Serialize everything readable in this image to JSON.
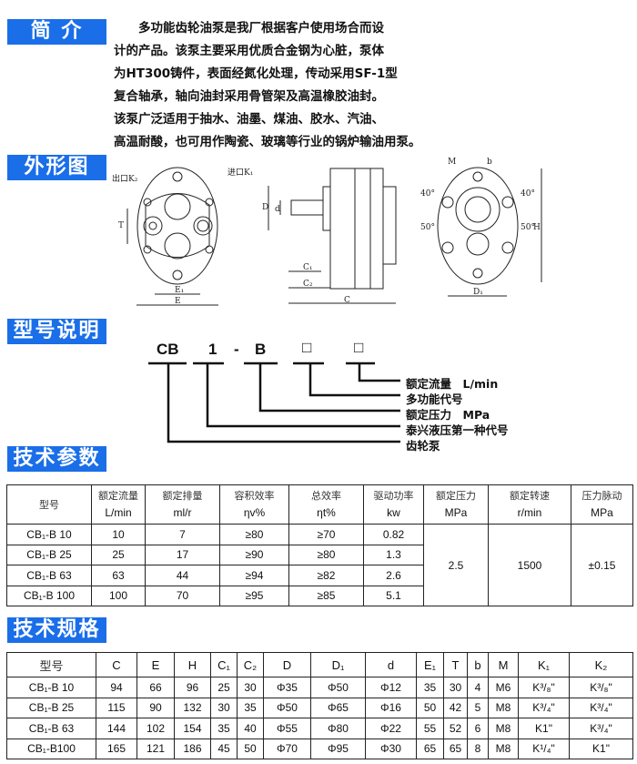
{
  "headers": {
    "intro": "简 介",
    "outline": "外形图",
    "model": "型号说明",
    "params": "技术参数",
    "specs": "技术规格"
  },
  "intro_lines": [
    "　　多功能齿轮油泵是我厂根据客户使用场合而设",
    "计的产品。该泵主要采用优质合金钢为心脏，泵体",
    "为HT300铸件，表面经氮化处理，传动采用SF-1型",
    "复合轴承，轴向油封采用骨管架及高温橡胶油封。",
    "该泵广泛适用于抽水、油墨、煤油、胶水、汽油、",
    "高温耐酸，也可用作陶瓷、玻璃等行业的锅炉输油用泵。"
  ],
  "drawing_labels": {
    "outlet": "出口K₂",
    "inlet": "进口K₁",
    "T": "T",
    "E1": "E₁",
    "E": "E",
    "D": "D",
    "d": "d",
    "C1": "C₁",
    "C2": "C₂",
    "C": "C",
    "M": "M",
    "b": "b",
    "a40": "40°",
    "a50": "50°",
    "H": "H",
    "D1": "D₁"
  },
  "model_code": {
    "parts": [
      "CB",
      "1",
      "-",
      "B",
      "□",
      "□"
    ],
    "legend": [
      "额定流量　L/min",
      "多功能代号",
      "额定压力　MPa",
      "泰兴液压第一种代号",
      "齿轮泵"
    ]
  },
  "params_table": {
    "headers": [
      [
        "型号",
        ""
      ],
      [
        "额定流量",
        "L/min"
      ],
      [
        "额定排量",
        "ml/r"
      ],
      [
        "容积效率",
        "ηv%"
      ],
      [
        "总效率",
        "ηt%"
      ],
      [
        "驱动功率",
        "kw"
      ],
      [
        "额定压力",
        "MPa"
      ],
      [
        "额定转速",
        "r/min"
      ],
      [
        "压力脉动",
        "MPa"
      ]
    ],
    "rows": [
      [
        "CB₁-B 10",
        "10",
        "7",
        "≥80",
        "≥70",
        "0.82"
      ],
      [
        "CB₁-B 25",
        "25",
        "17",
        "≥90",
        "≥80",
        "1.3"
      ],
      [
        "CB₁-B 63",
        "63",
        "44",
        "≥94",
        "≥82",
        "2.6"
      ],
      [
        "CB₁-B 100",
        "100",
        "70",
        "≥95",
        "≥85",
        "5.1"
      ]
    ],
    "shared": [
      "2.5",
      "1500",
      "±0.15"
    ]
  },
  "specs_table": {
    "headers": [
      "型号",
      "C",
      "E",
      "H",
      "C₁",
      "C₂",
      "D",
      "D₁",
      "d",
      "E₁",
      "T",
      "b",
      "M",
      "K₁",
      "K₂"
    ],
    "rows": [
      [
        "CB₁-B 10",
        "94",
        "66",
        "96",
        "25",
        "30",
        "Φ35",
        "Φ50",
        "Φ12",
        "35",
        "30",
        "4",
        "M6",
        "K³/₈\"",
        "K³/₈\""
      ],
      [
        "CB₁-B 25",
        "115",
        "90",
        "132",
        "30",
        "35",
        "Φ50",
        "Φ65",
        "Φ16",
        "50",
        "42",
        "5",
        "M8",
        "K³/₄\"",
        "K³/₄\""
      ],
      [
        "CB₁-B 63",
        "144",
        "102",
        "154",
        "35",
        "40",
        "Φ55",
        "Φ80",
        "Φ22",
        "55",
        "52",
        "6",
        "M8",
        "K1\"",
        "K³/₄\""
      ],
      [
        "CB₁-B100",
        "165",
        "121",
        "186",
        "45",
        "50",
        "Φ70",
        "Φ95",
        "Φ30",
        "65",
        "65",
        "8",
        "M8",
        "K¹/₄\"",
        "K1\""
      ]
    ]
  }
}
